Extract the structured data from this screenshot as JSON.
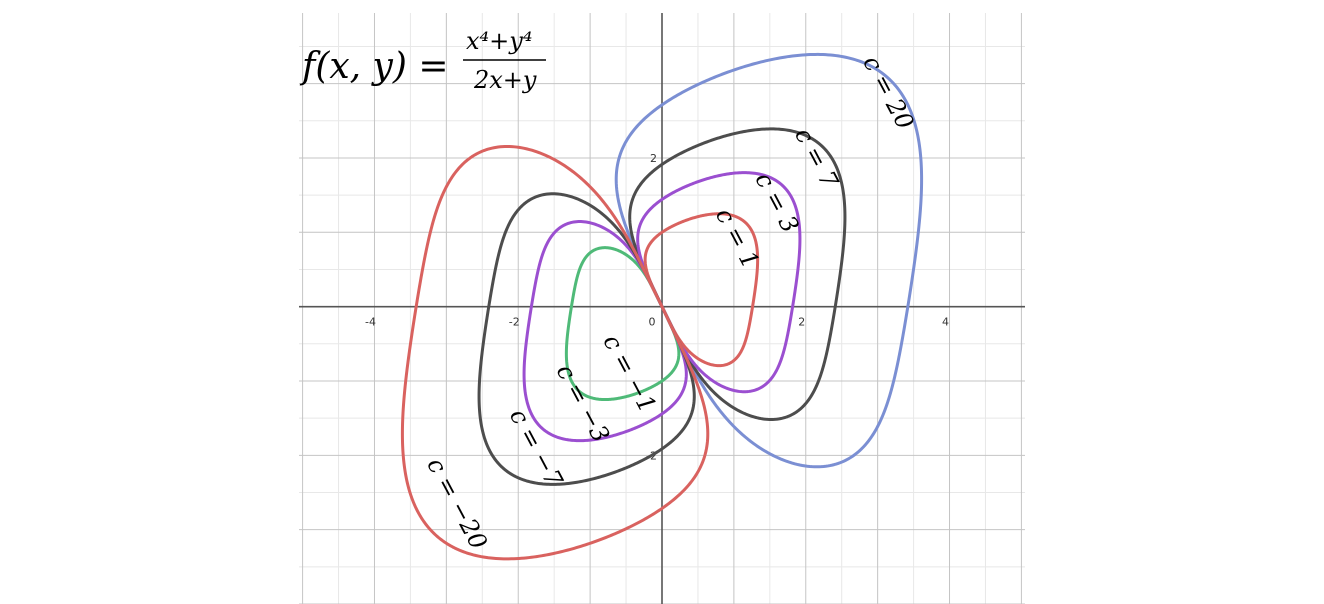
{
  "formula": {
    "lhs": "f(x, y) =",
    "numerator": "x⁴+y⁴",
    "denominator": "2x+y"
  },
  "chart_data": {
    "type": "line",
    "title": "",
    "xlabel": "",
    "ylabel": "",
    "xlim": [
      -5.05,
      5.05
    ],
    "ylim": [
      -4.0,
      3.95
    ],
    "grid": true,
    "x_ticks": [
      -4,
      -2,
      0,
      2,
      4
    ],
    "y_ticks": [
      2,
      -2
    ],
    "tick_labels": {
      "x": [
        "-4",
        "-2",
        "0",
        "2",
        "4"
      ],
      "y": [
        "2",
        "-2"
      ]
    },
    "function": "f(x, y) = (x^4 + y^4) / (2x + y)",
    "series": [
      {
        "label": "c = 20",
        "c": 20,
        "color": "#7b8fd3"
      },
      {
        "label": "c = 7",
        "c": 7,
        "color": "#4d4d4d"
      },
      {
        "label": "c = 3",
        "c": 3,
        "color": "#9b4fd0"
      },
      {
        "label": "c = 1",
        "c": 1,
        "color": "#d9625f"
      },
      {
        "label": "c = −1",
        "c": -1,
        "color": "#4fba78"
      },
      {
        "label": "c = −3",
        "c": -3,
        "color": "#9b4fd0"
      },
      {
        "label": "c = −7",
        "c": -7,
        "color": "#4d4d4d"
      },
      {
        "label": "c = −20",
        "c": -20,
        "color": "#d9625f"
      }
    ]
  }
}
